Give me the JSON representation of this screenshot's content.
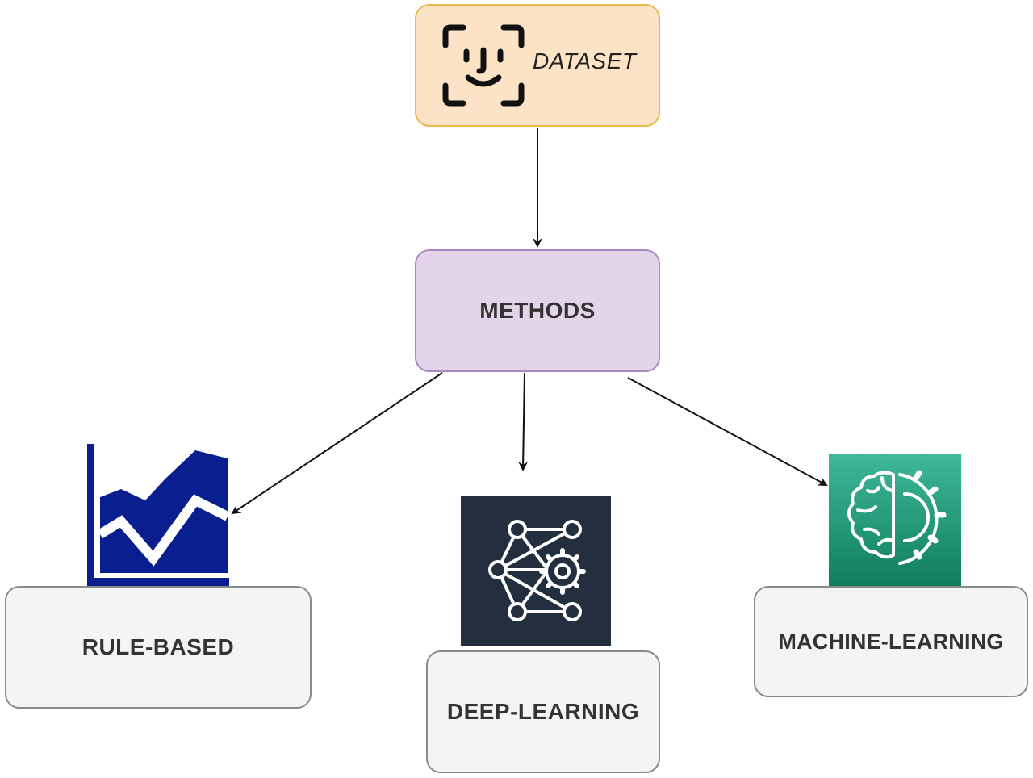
{
  "diagram": {
    "dataset": {
      "label": "DATASET",
      "icon": "face-id-icon"
    },
    "methods": {
      "label": "METHODS"
    },
    "leaves": [
      {
        "label": "RULE-BASED",
        "icon": "area-chart-icon",
        "icon_color": "#0a1f8f"
      },
      {
        "label": "DEEP-LEARNING",
        "icon": "neural-network-gear-icon",
        "icon_color": "#232f3e"
      },
      {
        "label": "MACHINE-LEARNING",
        "icon": "brain-gear-icon",
        "icon_color": "#1a9c78"
      }
    ],
    "edges": [
      {
        "from": "DATASET",
        "to": "METHODS"
      },
      {
        "from": "METHODS",
        "to": "RULE-BASED"
      },
      {
        "from": "METHODS",
        "to": "DEEP-LEARNING"
      },
      {
        "from": "METHODS",
        "to": "MACHINE-LEARNING"
      }
    ]
  }
}
